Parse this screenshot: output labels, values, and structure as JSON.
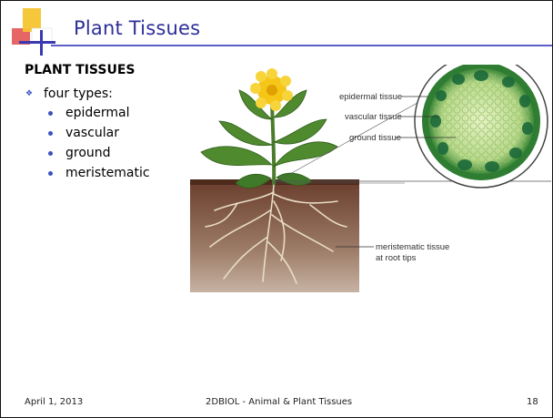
{
  "slide": {
    "title": "Plant Tissues",
    "heading": "PLANT TISSUES",
    "bullet_main": "four types:",
    "sub_bullets": [
      "epidermal",
      "vascular",
      "ground",
      "meristematic"
    ]
  },
  "figure": {
    "labels": {
      "epidermal": "epidermal tissue",
      "vascular": "vascular tissue",
      "ground": "ground tissue",
      "meristematic_line1": "meristematic tissue",
      "meristematic_line2": "at root tips"
    }
  },
  "footer": {
    "date": "April 1, 2013",
    "course": "2DBIOL - Animal & Plant Tissues",
    "page": "18"
  },
  "colors": {
    "title": "#2e2e9a",
    "rule": "#5b5fc7",
    "bullet": "#3b51c0",
    "leaf": "#4f8a2f",
    "flower": "#f5c518",
    "soil": "#7a4b36"
  }
}
